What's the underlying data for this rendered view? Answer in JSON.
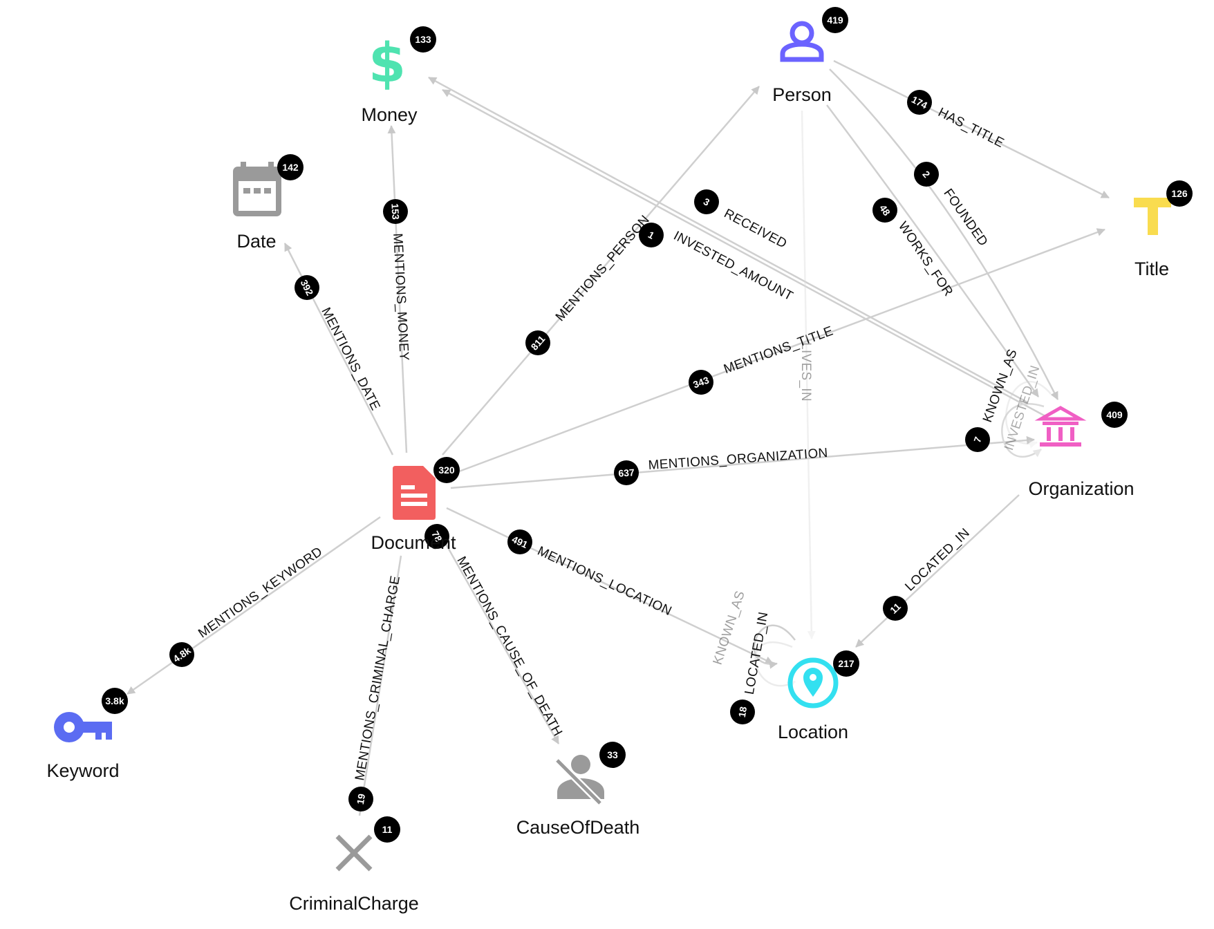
{
  "nodes": {
    "money": {
      "label": "Money",
      "count": "133",
      "icon": "dollar-icon",
      "color": "#4fe3b0"
    },
    "person": {
      "label": "Person",
      "count": "419",
      "icon": "person-icon",
      "color": "#6b63ff"
    },
    "date": {
      "label": "Date",
      "count": "142",
      "icon": "calendar-icon",
      "color": "#9a9a9a"
    },
    "title": {
      "label": "Title",
      "count": "126",
      "icon": "title-icon",
      "color": "#f9dc4f"
    },
    "document": {
      "label": "Document",
      "count": "320",
      "icon": "document-icon",
      "color": "#f25f5f"
    },
    "organization": {
      "label": "Organization",
      "count": "409",
      "icon": "bank-icon",
      "color": "#f05fc4"
    },
    "location": {
      "label": "Location",
      "count": "217",
      "icon": "location-pin-icon",
      "color": "#33e0f0"
    },
    "keyword": {
      "label": "Keyword",
      "count": "3.8k",
      "icon": "key-icon",
      "color": "#5b6cf2"
    },
    "criminalcharge": {
      "label": "CriminalCharge",
      "count": "11",
      "icon": "cross-icon",
      "color": "#9a9a9a"
    },
    "causeofdeath": {
      "label": "CauseOfDeath",
      "count": "33",
      "icon": "person-off-icon",
      "color": "#9a9a9a"
    }
  },
  "edges": {
    "mentions_money": {
      "label": "MENTIONS_MONEY",
      "count": "153"
    },
    "mentions_date": {
      "label": "MENTIONS_DATE",
      "count": "392"
    },
    "mentions_person": {
      "label": "MENTIONS_PERSON",
      "count": "811"
    },
    "mentions_title": {
      "label": "MENTIONS_TITLE",
      "count": "343"
    },
    "mentions_organization": {
      "label": "MENTIONS_ORGANIZATION",
      "count": "637"
    },
    "mentions_location": {
      "label": "MENTIONS_LOCATION",
      "count": "491"
    },
    "mentions_cause_of_death": {
      "label": "MENTIONS_CAUSE_OF_DEATH",
      "count": "78"
    },
    "mentions_criminal_charge": {
      "label": "MENTIONS_CRIMINAL_CHARGE",
      "count": "19"
    },
    "mentions_keyword": {
      "label": "MENTIONS_KEYWORD",
      "count": "4.8k"
    },
    "received": {
      "label": "RECEIVED",
      "count": "3"
    },
    "invested_amount": {
      "label": "INVESTED_AMOUNT",
      "count": "1"
    },
    "has_title": {
      "label": "HAS_TITLE",
      "count": "174"
    },
    "founded": {
      "label": "FOUNDED",
      "count": "2"
    },
    "works_for": {
      "label": "WORKS_FOR",
      "count": "48"
    },
    "org_known_as": {
      "label": "KNOWN_AS",
      "count": "7"
    },
    "org_invested_in": {
      "label": "INVESTED_IN"
    },
    "lives_in": {
      "label": "LIVES_IN"
    },
    "org_located_in": {
      "label": "LOCATED_IN",
      "count": "11"
    },
    "loc_known_as": {
      "label": "KNOWN_AS"
    },
    "loc_located_in": {
      "label": "LOCATED_IN",
      "count": "18"
    }
  }
}
